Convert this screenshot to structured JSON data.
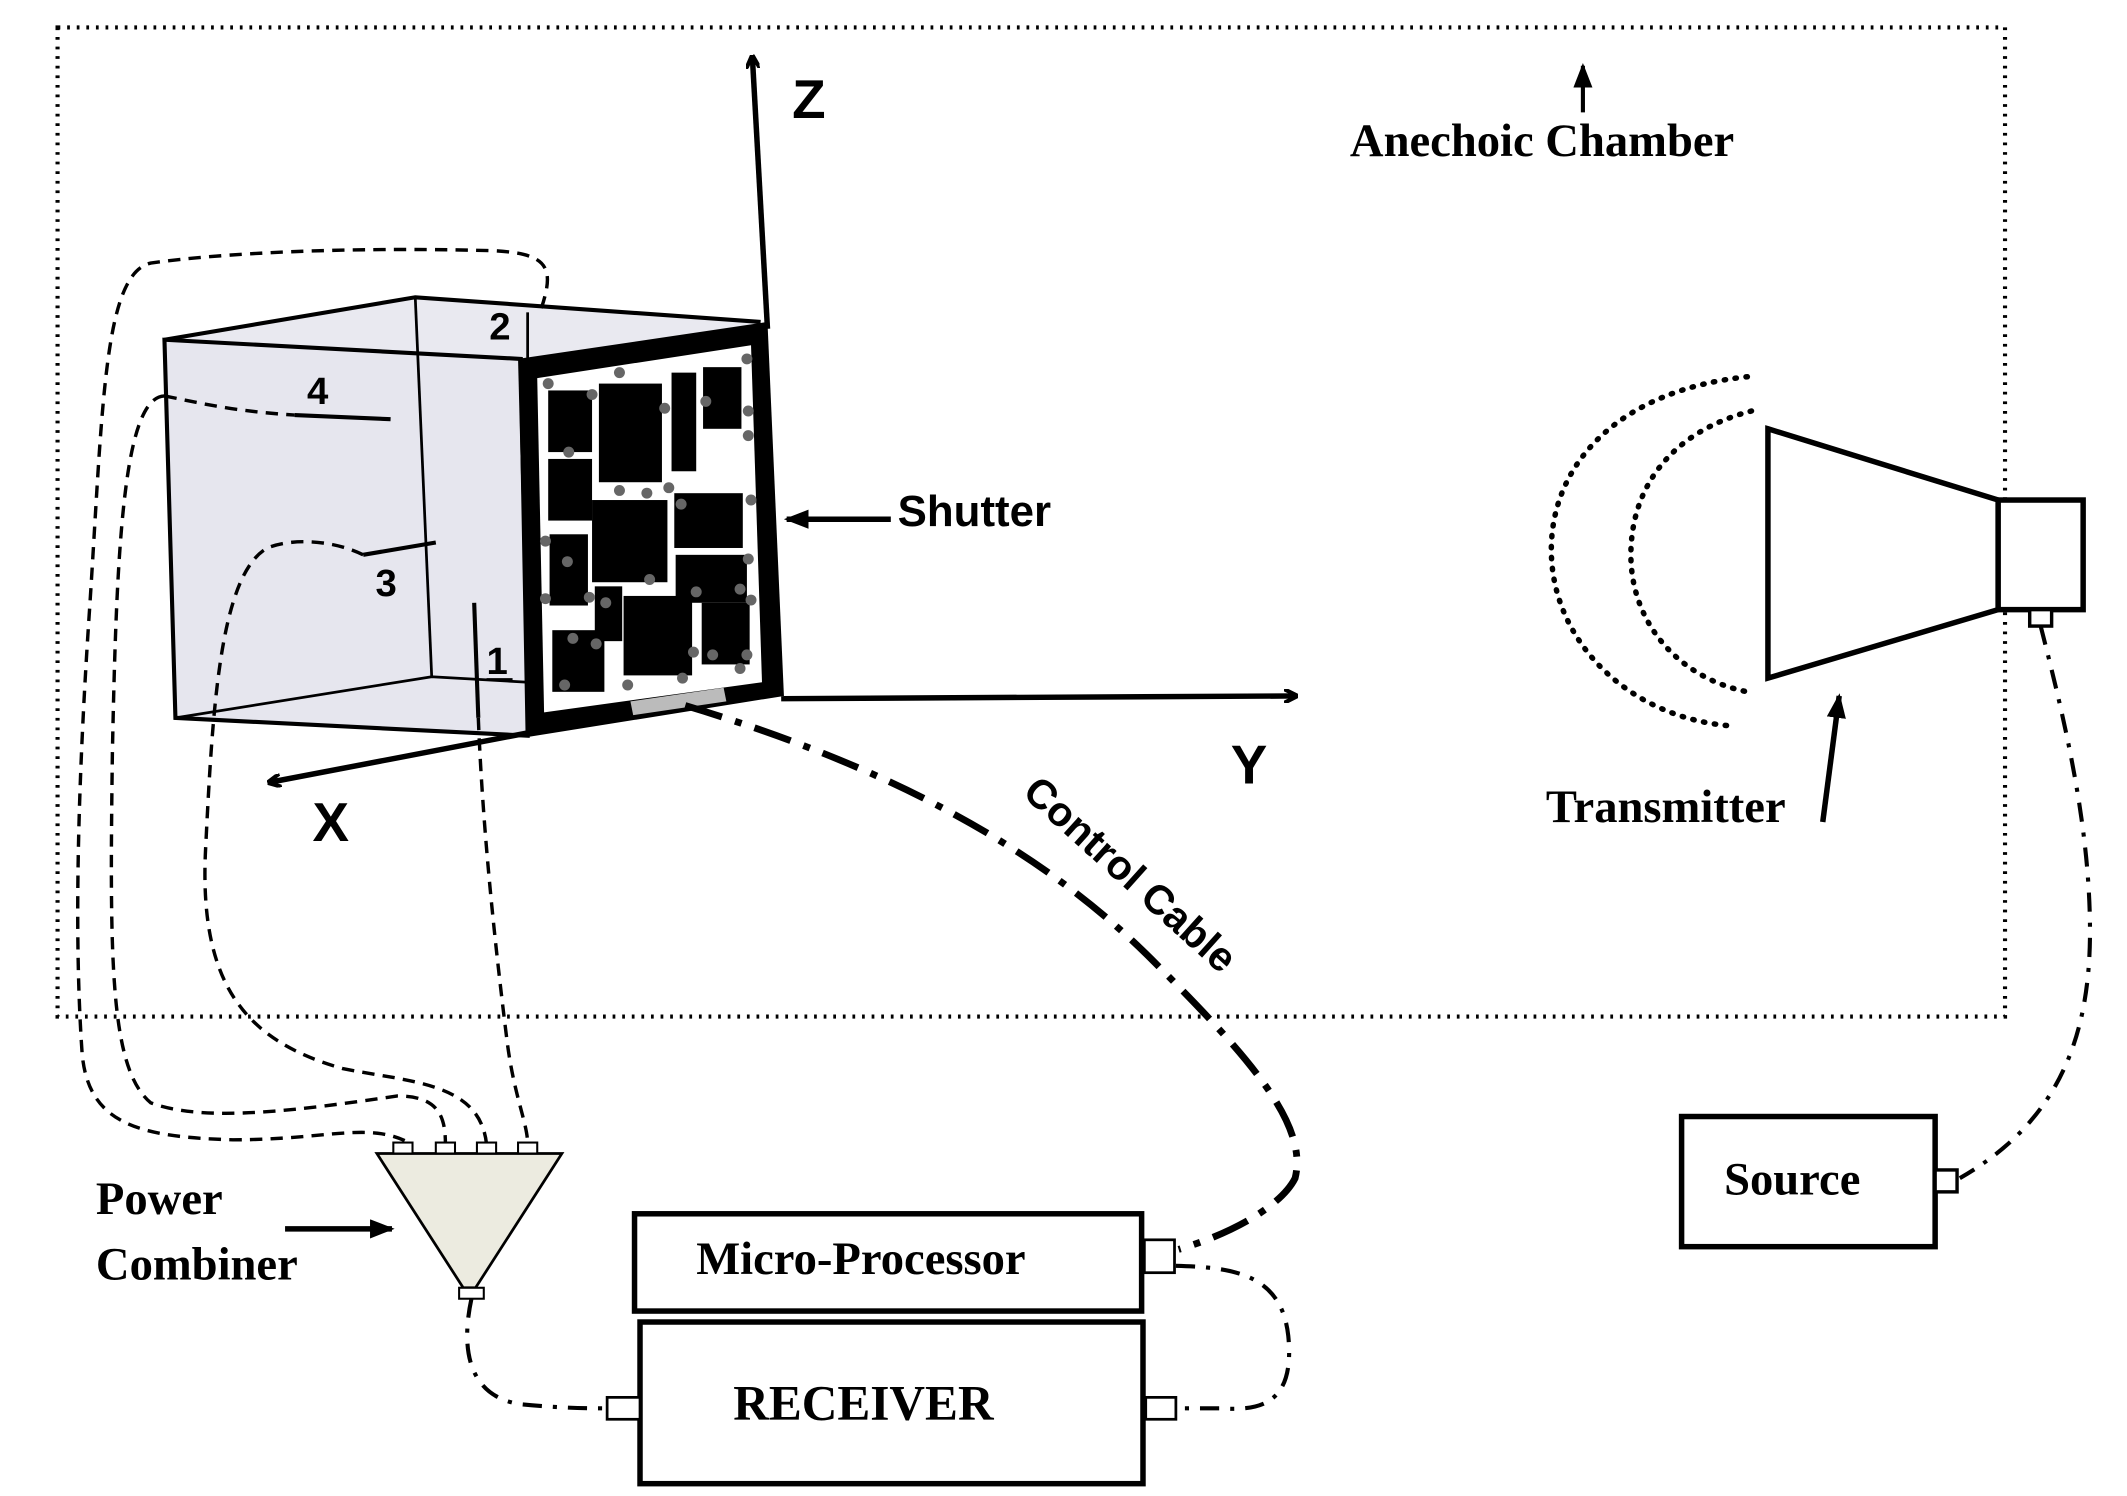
{
  "labels": {
    "chamber": "Anechoic Chamber",
    "shutter": "Shutter",
    "transmitter": "Transmitter",
    "control_cable": "Control Cable",
    "power_combiner_line1": "Power",
    "power_combiner_line2": "Combiner",
    "microprocessor": "Micro-Processor",
    "receiver": "RECEIVER",
    "source": "Source",
    "axis_x": "X",
    "axis_y": "Y",
    "axis_z": "Z",
    "probe_1": "1",
    "probe_2": "2",
    "probe_3": "3",
    "probe_4": "4"
  },
  "colors": {
    "line": "#000000",
    "cube_fill": "#e9e9f0",
    "combiner_fill": "#ecebe0",
    "shutter_dot": "#666666",
    "shutter_base": "#bbbbbb"
  }
}
